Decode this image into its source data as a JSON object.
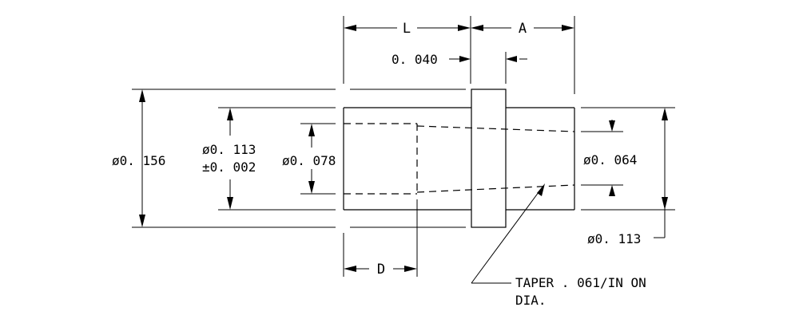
{
  "drawing": {
    "dimensions": {
      "length": "L",
      "flange_offset": "A",
      "flange_thickness": "0. 040",
      "flange_diameter": "ø0. 156",
      "body_diameter_line1": "ø0. 113",
      "body_diameter_line2": "±0. 002",
      "bore_diameter": "ø0. 078",
      "bore_depth": "D",
      "tip_diameter": "ø0. 064",
      "right_body_diameter": "ø0. 113"
    },
    "note": {
      "line1": "TAPER . 061/IN ON",
      "line2": "DIA."
    }
  }
}
